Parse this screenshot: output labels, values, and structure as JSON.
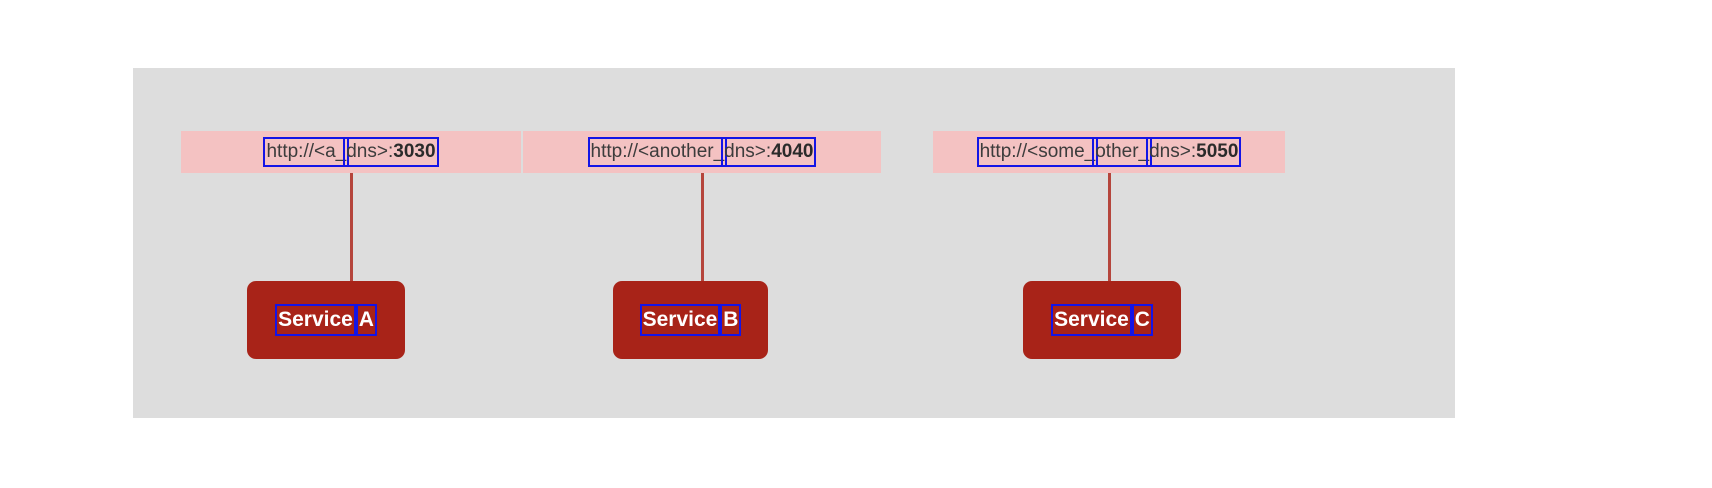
{
  "canvas": {
    "background_color": "#dddddd",
    "page_background_color": "#ffffff"
  },
  "colors": {
    "endpoint_band": "#f4c2c2",
    "service_node": "#a82318",
    "connector_line": "#b5453c",
    "annotation_box": "#1414e6",
    "endpoint_text": "#3c3c3c",
    "service_text": "#ffffff"
  },
  "diagram": {
    "type": "service-endpoint-diagram",
    "columns": [
      {
        "id": "a",
        "endpoint": {
          "full": "http://<a_dns>:3030",
          "tokens": [
            "http://<a_",
            "dns>:",
            "3030"
          ],
          "host": "<a_dns>",
          "scheme": "http",
          "port": "3030"
        },
        "service": {
          "full": "Service A",
          "tokens": [
            "Service",
            "A"
          ],
          "name": "Service",
          "letter": "A"
        }
      },
      {
        "id": "b",
        "endpoint": {
          "full": "http://<another_dns>:4040",
          "tokens": [
            "http://<another_",
            "dns>:",
            "4040"
          ],
          "host": "<another_dns>",
          "scheme": "http",
          "port": "4040"
        },
        "service": {
          "full": "Service B",
          "tokens": [
            "Service",
            "B"
          ],
          "name": "Service",
          "letter": "B"
        }
      },
      {
        "id": "c",
        "endpoint": {
          "full": "http://<some_other_dns>:5050",
          "tokens": [
            "http://<some_",
            "other_",
            "dns>:",
            "5050"
          ],
          "host": "<some_other_dns>",
          "scheme": "http",
          "port": "5050"
        },
        "service": {
          "full": "Service C",
          "tokens": [
            "Service",
            "C"
          ],
          "name": "Service",
          "letter": "C"
        }
      }
    ]
  }
}
